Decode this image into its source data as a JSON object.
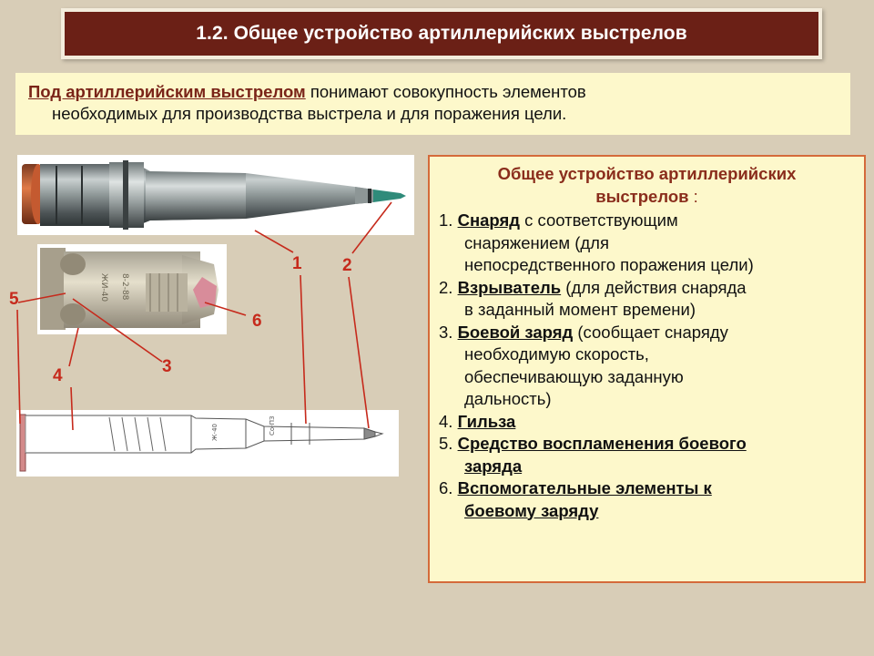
{
  "title": "1.2. Общее устройство артиллерийских выстрелов",
  "definition": {
    "lead": "Под артиллерийским выстрелом",
    "line1_rest": " понимают совокупность элементов",
    "line2": "необходимых для производства выстрела и для поражения цели."
  },
  "list_box": {
    "heading_line1": "Общее устройство артиллерийских",
    "heading_line2": "выстрелов",
    "heading_colon": " :",
    "items": [
      {
        "num": "1. ",
        "term": "Снаряд",
        "line1_rest": " с соответствующим",
        "cont": [
          "снаряжением (для",
          "непосредственного поражения цели)"
        ]
      },
      {
        "num": "2. ",
        "term": "Взрыватель",
        "line1_rest": " (для действия снаряда",
        "cont": [
          "в заданный момент времени)"
        ]
      },
      {
        "num": "3. ",
        "term": "Боевой заряд",
        "line1_rest": " (сообщает снаряду",
        "cont": [
          "необходимую скорость,",
          "обеспечивающую заданную",
          "дальность)"
        ]
      },
      {
        "num": "4. ",
        "term": "Гильза",
        "line1_rest": "",
        "cont": []
      },
      {
        "num": "5. ",
        "term": "Средство воспламенения боевого",
        "line1_rest": "",
        "cont_u": [
          "заряда"
        ]
      },
      {
        "num": "6. ",
        "term": "Вспомогательные элементы к",
        "line1_rest": "",
        "cont_u": [
          "боевому заряду"
        ]
      }
    ]
  },
  "labels": {
    "n1": "1",
    "n2": "2",
    "n3": "3",
    "n4": "4",
    "n5": "5",
    "n6": "6"
  },
  "drawing_marks": {
    "m1": "Со-ПЗ",
    "m2": "Ж-40"
  }
}
